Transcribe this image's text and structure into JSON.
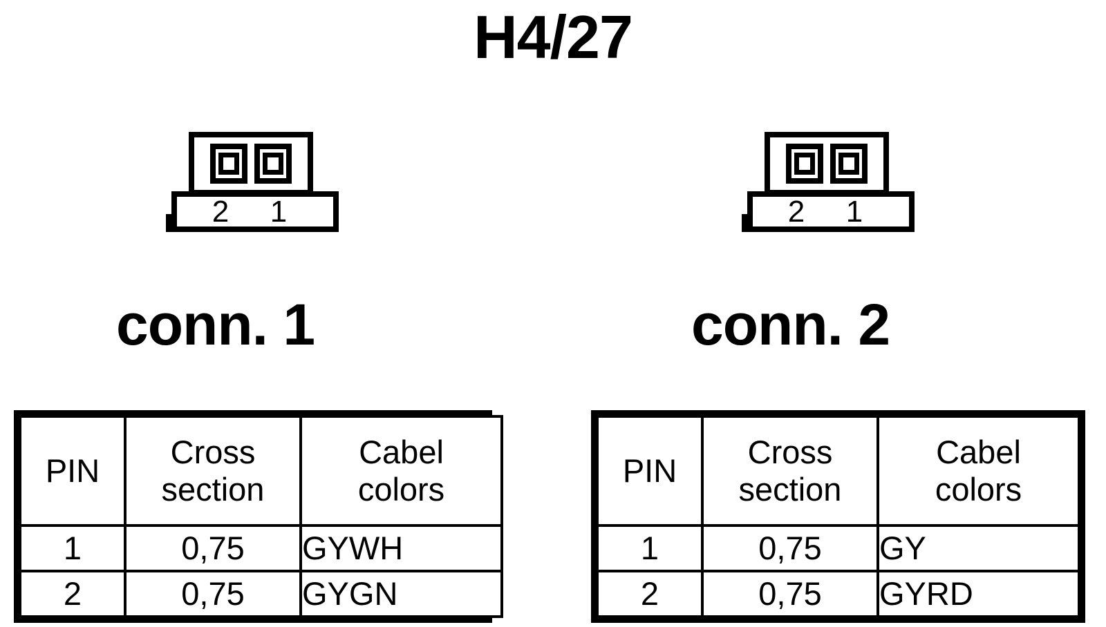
{
  "title": "H4/27",
  "connectors": [
    {
      "name": "conn-1",
      "label": "conn. 1",
      "symbol": {
        "pin_labels": [
          "2",
          "1"
        ],
        "terminal_count": 2
      },
      "table": {
        "headers": {
          "pin": "PIN",
          "cross_line1": "Cross",
          "cross_line2": "section",
          "color_line1": "Cabel",
          "color_line2": "colors"
        },
        "rows": [
          {
            "pin": "1",
            "cross_section": "0,75",
            "cable_colors": "GYWH"
          },
          {
            "pin": "2",
            "cross_section": "0,75",
            "cable_colors": "GYGN"
          }
        ]
      }
    },
    {
      "name": "conn-2",
      "label": "conn. 2",
      "symbol": {
        "pin_labels": [
          "2",
          "1"
        ],
        "terminal_count": 2
      },
      "table": {
        "headers": {
          "pin": "PIN",
          "cross_line1": "Cross",
          "cross_line2": "section",
          "color_line1": "Cabel",
          "color_line2": "colors"
        },
        "rows": [
          {
            "pin": "1",
            "cross_section": "0,75",
            "cable_colors": "GY"
          },
          {
            "pin": "2",
            "cross_section": "0,75",
            "cable_colors": "GYRD"
          }
        ]
      }
    }
  ],
  "colors": {
    "ink": "#000000",
    "background": "#ffffff"
  }
}
